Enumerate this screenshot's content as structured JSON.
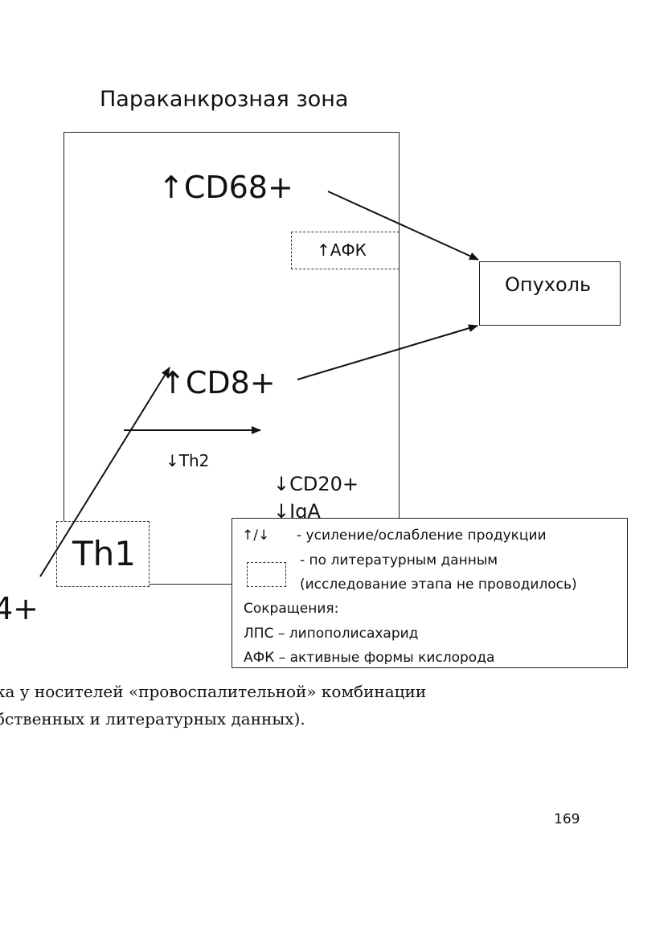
{
  "diagram": {
    "zone_title": "Параканкрозная зона",
    "cd68": "↑CD68+",
    "afk": "↑АФК",
    "tumor": "Опухоль",
    "cd8": "↑CD8+",
    "th2": "↓Th2",
    "cd20": "↓CD20+",
    "iga": "↓IgA",
    "th1": "Th1",
    "cd4": "4+"
  },
  "legend": {
    "symbols": "↑/↓",
    "line_1": "- усиление/ослабление продукции",
    "line_2": "- по литературным данным",
    "line_3": "(исследование этапа не проводилось)",
    "line_4": "Сокращения:",
    "line_5": "ЛПС – липополисахарид",
    "line_6": "АФК – активные формы кислорода"
  },
  "caption": {
    "line_1": "ка у носителей «провоспалительной» комбинации",
    "line_2": "бственных и литературных данных)."
  },
  "page_number": "169"
}
